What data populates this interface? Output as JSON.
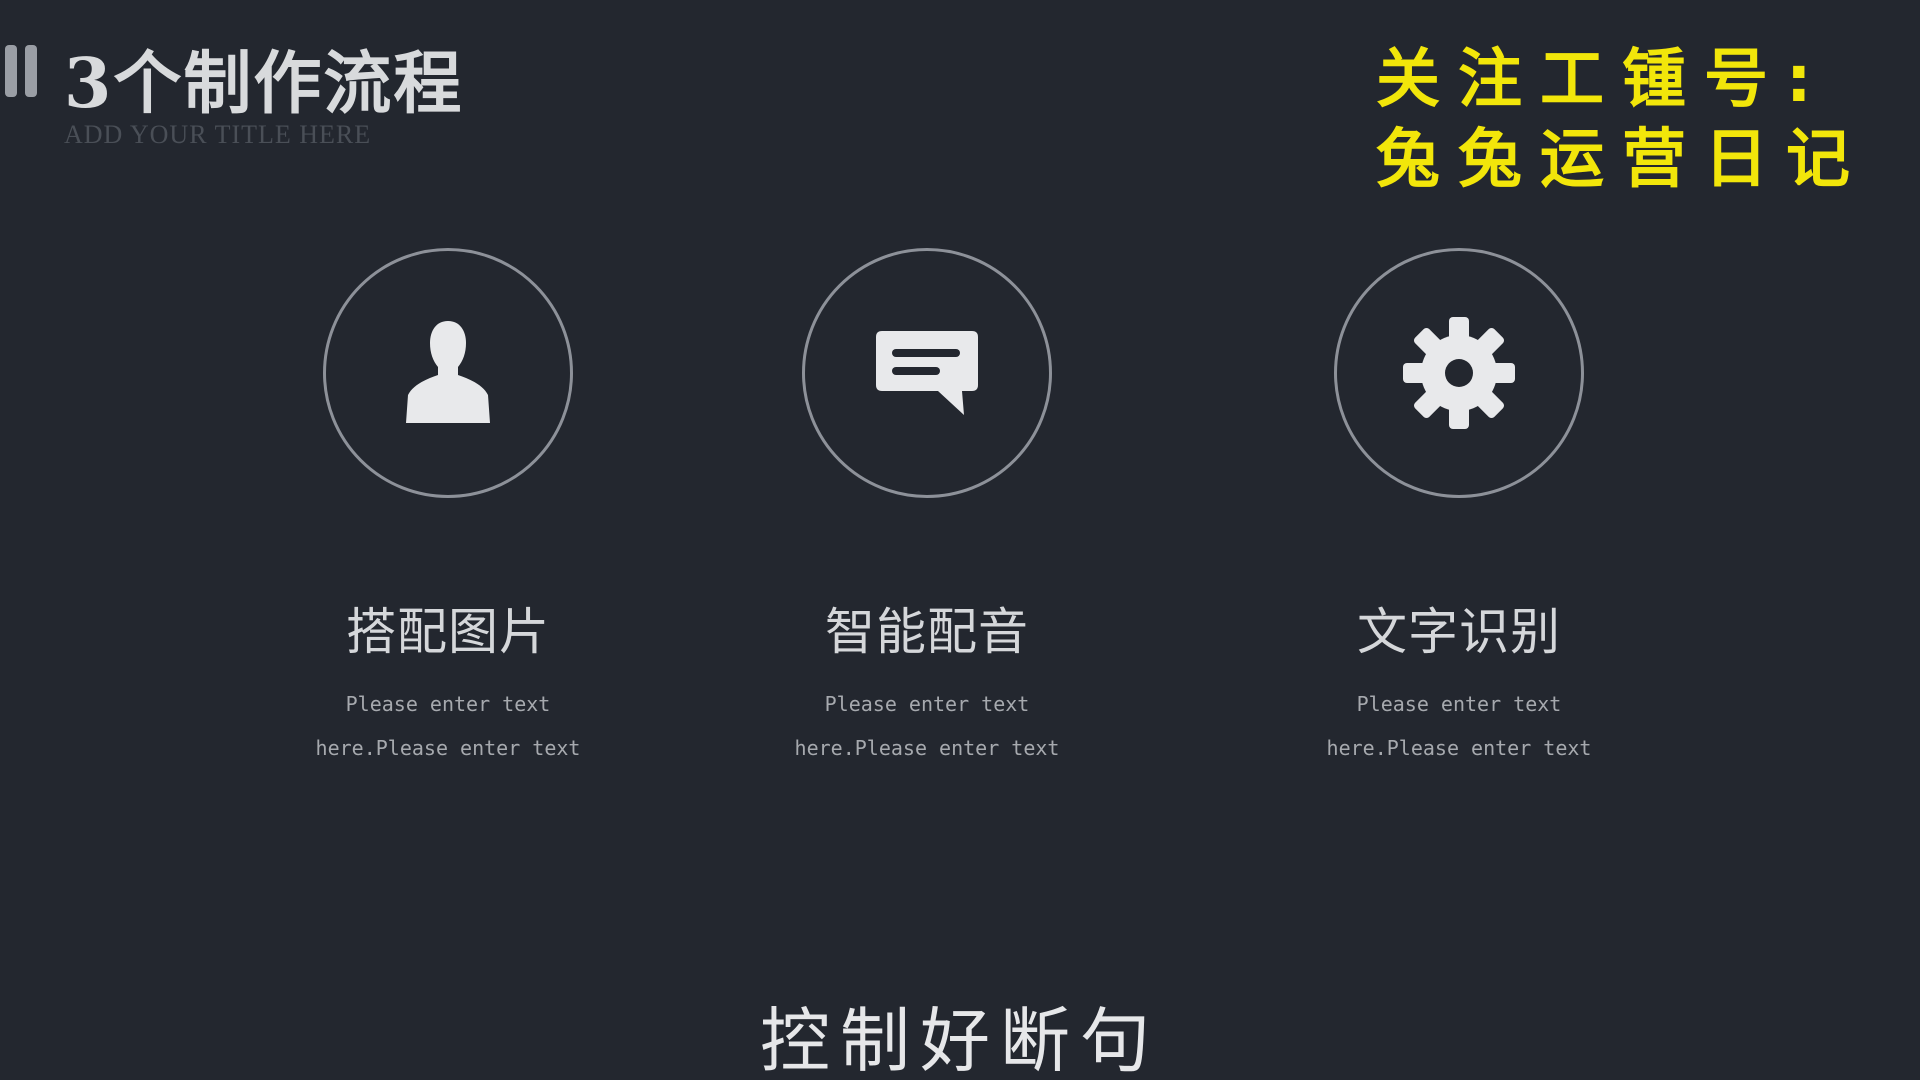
{
  "header": {
    "title": "3个制作流程",
    "subtitle": "ADD YOUR TITLE HERE"
  },
  "watermark": {
    "line1": "关注工锺号:",
    "line2": "兔兔运营日记",
    "color": "#f2e60a"
  },
  "steps": [
    {
      "icon": "user-icon",
      "title": "搭配图片",
      "desc_line1": "Please enter text",
      "desc_line2": "here.Please enter text"
    },
    {
      "icon": "chat-bubble-icon",
      "title": "智能配音",
      "desc_line1": "Please enter text",
      "desc_line2": "here.Please enter text"
    },
    {
      "icon": "gear-icon",
      "title": "文字识别",
      "desc_line1": "Please enter text",
      "desc_line2": "here.Please enter text"
    }
  ],
  "caption": "控制好断句",
  "colors": {
    "background": "#23272f",
    "circle_border": "#8d9199",
    "icon_fill": "#e8e9eb"
  }
}
